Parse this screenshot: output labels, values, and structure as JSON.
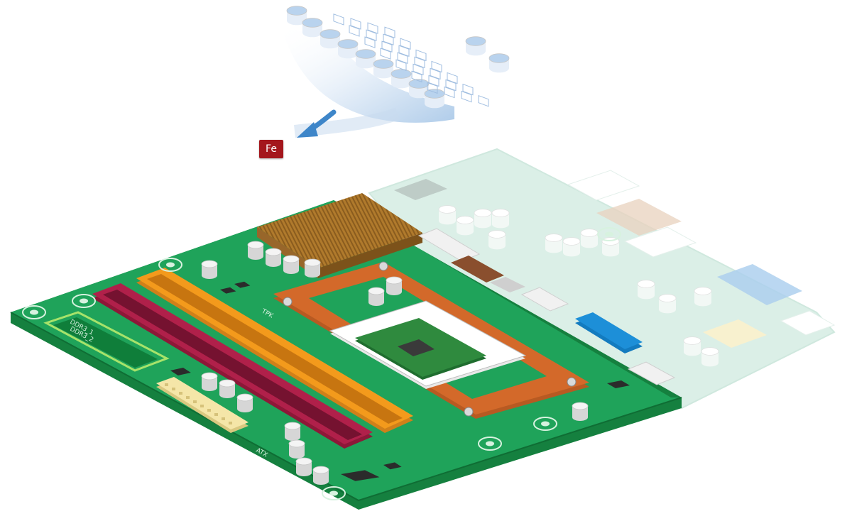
{
  "element_badge": {
    "symbol": "Fe",
    "color": "#a4161c"
  },
  "board": {
    "pcb_color": "#1fa35a",
    "pcb_ghost_color": "#bfe3d4",
    "dimm_slot_colors": [
      "#b0204a",
      "#f39a1c"
    ],
    "heatsink_color": "#b07a2c",
    "cpu_bracket_color": "#d3692a",
    "cpu_socket_color": "#ffffff",
    "cpu_chip_color": "#2f8a3e",
    "header_color": "#1d8fd8",
    "atx_connector_color": "#f5e6a8",
    "silkscreen_labels": [
      "DDR3_1",
      "DDR3_2",
      "TPK",
      "ATX"
    ]
  },
  "flow_arrow": {
    "icon": "arrow-down-left-icon",
    "color": "#3e86c9"
  }
}
